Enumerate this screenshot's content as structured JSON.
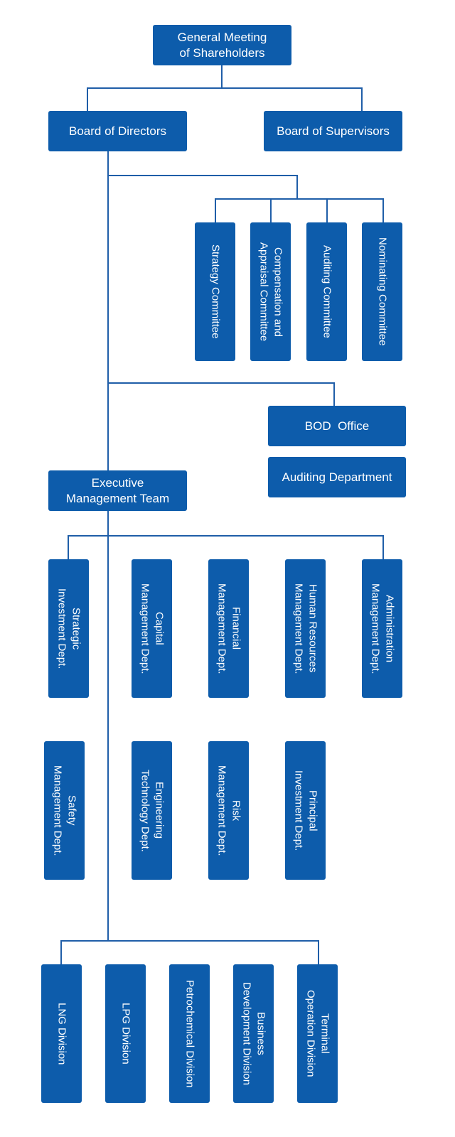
{
  "colors": {
    "box": "#0d5cab",
    "line": "#1f5ea8",
    "text": "#ffffff"
  },
  "top": {
    "shareholders": "General Meeting\nof Shareholders",
    "board_directors": "Board of Directors",
    "board_supervisors": "Board of Supervisors"
  },
  "committees": [
    "Strategy Committee",
    "Compensation and\nAppraisal Committee",
    "Auditing Committee",
    "Nominating Committee"
  ],
  "offices": {
    "bod_office": "BOD  Office",
    "auditing_department": "Auditing Department"
  },
  "executive": "Executive\nManagement Team",
  "departments_row1": [
    "Strategic\nInvestment Dept.",
    "Capital\nManagement Dept.",
    "Financial\nManagement Dept.",
    "Human Resources\nManagement Dept.",
    "Administration\nManagement Dept."
  ],
  "departments_row2": [
    "Safety\nManagement Dept.",
    "Engineering\nTechnology Dept.",
    "Risk\nManagement Dept.",
    "Principal\nInvestment Dept."
  ],
  "divisions": [
    "LNG Division",
    "LPG Division",
    "Petrochemical Division",
    "Business\nDevelopment Division",
    "Terminal\nOperation Division"
  ]
}
